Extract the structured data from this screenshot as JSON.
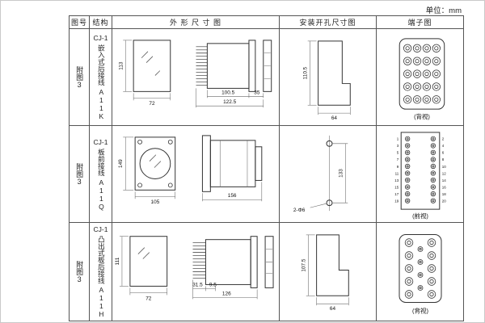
{
  "unit_label": "单位：mm",
  "headers": {
    "fig_no": "图号",
    "structure": "结构",
    "outline": "外 形 尺 寸 图",
    "install": "安装开孔尺寸图",
    "terminal": "端子图"
  },
  "rows": [
    {
      "fig_no": "附图3",
      "model": "CJ-1",
      "structure": "嵌入式后接线",
      "code": "A11K",
      "outline_dims": {
        "height": "113",
        "width": "72",
        "body_depth": "100.5",
        "total_depth": "122.5",
        "flange": "35"
      },
      "install_dims": {
        "height": "110.5",
        "width": "64"
      },
      "terminal_view": "(背视)"
    },
    {
      "fig_no": "附图3",
      "model": "CJ-1",
      "structure": "板前接线",
      "code": "A11Q",
      "outline_dims": {
        "height": "149",
        "width": "105",
        "depth": "156"
      },
      "install_dims": {
        "hole_spacing": "133",
        "holes": "2-Φ6"
      },
      "terminal_view": "(前视)",
      "terminal_numbers_left": [
        "1",
        "3",
        "5",
        "7",
        "9",
        "11",
        "13",
        "15",
        "17",
        "19"
      ],
      "terminal_numbers_right": [
        "2",
        "4",
        "6",
        "8",
        "10",
        "12",
        "14",
        "16",
        "18",
        "20"
      ]
    },
    {
      "fig_no": "附图3",
      "model": "CJ-1",
      "structure": "凸出式板后接线",
      "code": "A11H",
      "outline_dims": {
        "height": "111",
        "width": "72",
        "pin_length": "31.5",
        "pin_pitch": "9.5",
        "depth": "126"
      },
      "install_dims": {
        "height": "107.5",
        "width": "64"
      },
      "terminal_view": "(背视)"
    }
  ]
}
